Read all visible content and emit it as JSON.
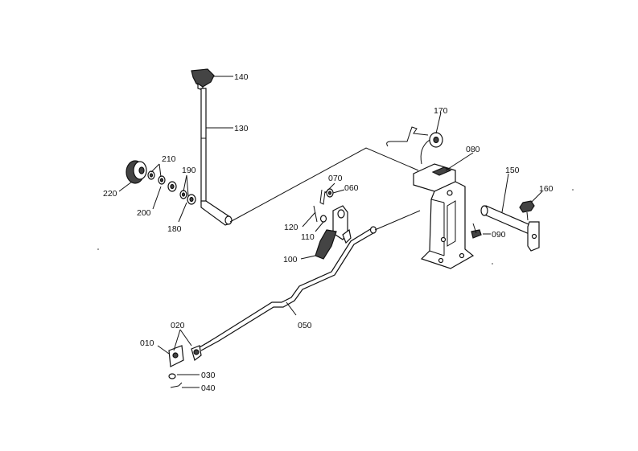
{
  "diagram": {
    "labels": {
      "p010": "010",
      "p020": "020",
      "p030": "030",
      "p040": "040",
      "p050": "050",
      "p060": "060",
      "p070": "070",
      "p080": "080",
      "p090": "090",
      "p100": "100",
      "p110": "110",
      "p120": "120",
      "p130": "130",
      "p140": "140",
      "p150": "150",
      "p160": "160",
      "p170": "170",
      "p180": "180",
      "p190": "190",
      "p200": "200",
      "p210": "210",
      "p220": "220"
    }
  }
}
